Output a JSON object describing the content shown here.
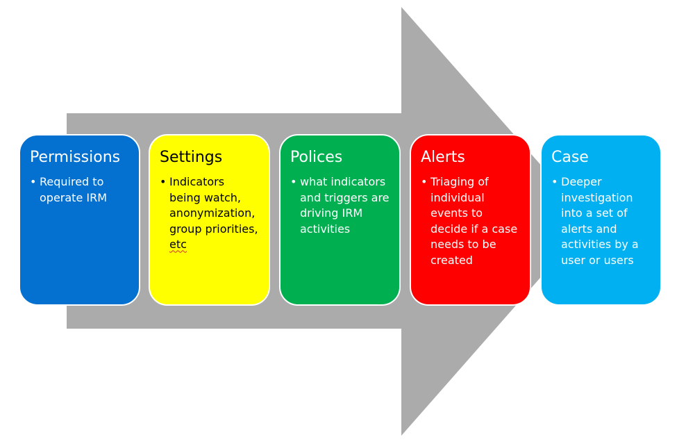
{
  "colors": {
    "arrow": "#ababab",
    "permissions": "#0470cf",
    "settings": "#ffff00",
    "polices": "#00b050",
    "alerts": "#ff0000",
    "case": "#00b0f0",
    "spell_underline": "#d32f2f"
  },
  "steps": [
    {
      "title": "Permissions",
      "bullet_lines": "Required to\noperate IRM"
    },
    {
      "title": "Settings",
      "bullet_lines": "Indicators\nbeing watch,\nanonymization,\ngroup priorities,",
      "bullet_tail": "etc"
    },
    {
      "title": "Polices",
      "bullet_lines": "what indicators\nand triggers are\ndriving IRM\nactivities"
    },
    {
      "title": "Alerts",
      "bullet_lines": "Triaging of\nindividual\nevents to\ndecide if a case\nneeds to be\ncreated"
    },
    {
      "title": "Case",
      "bullet_lines": "Deeper\ninvestigation\ninto a set of\nalerts and\nactivities by a\nuser or users"
    }
  ]
}
